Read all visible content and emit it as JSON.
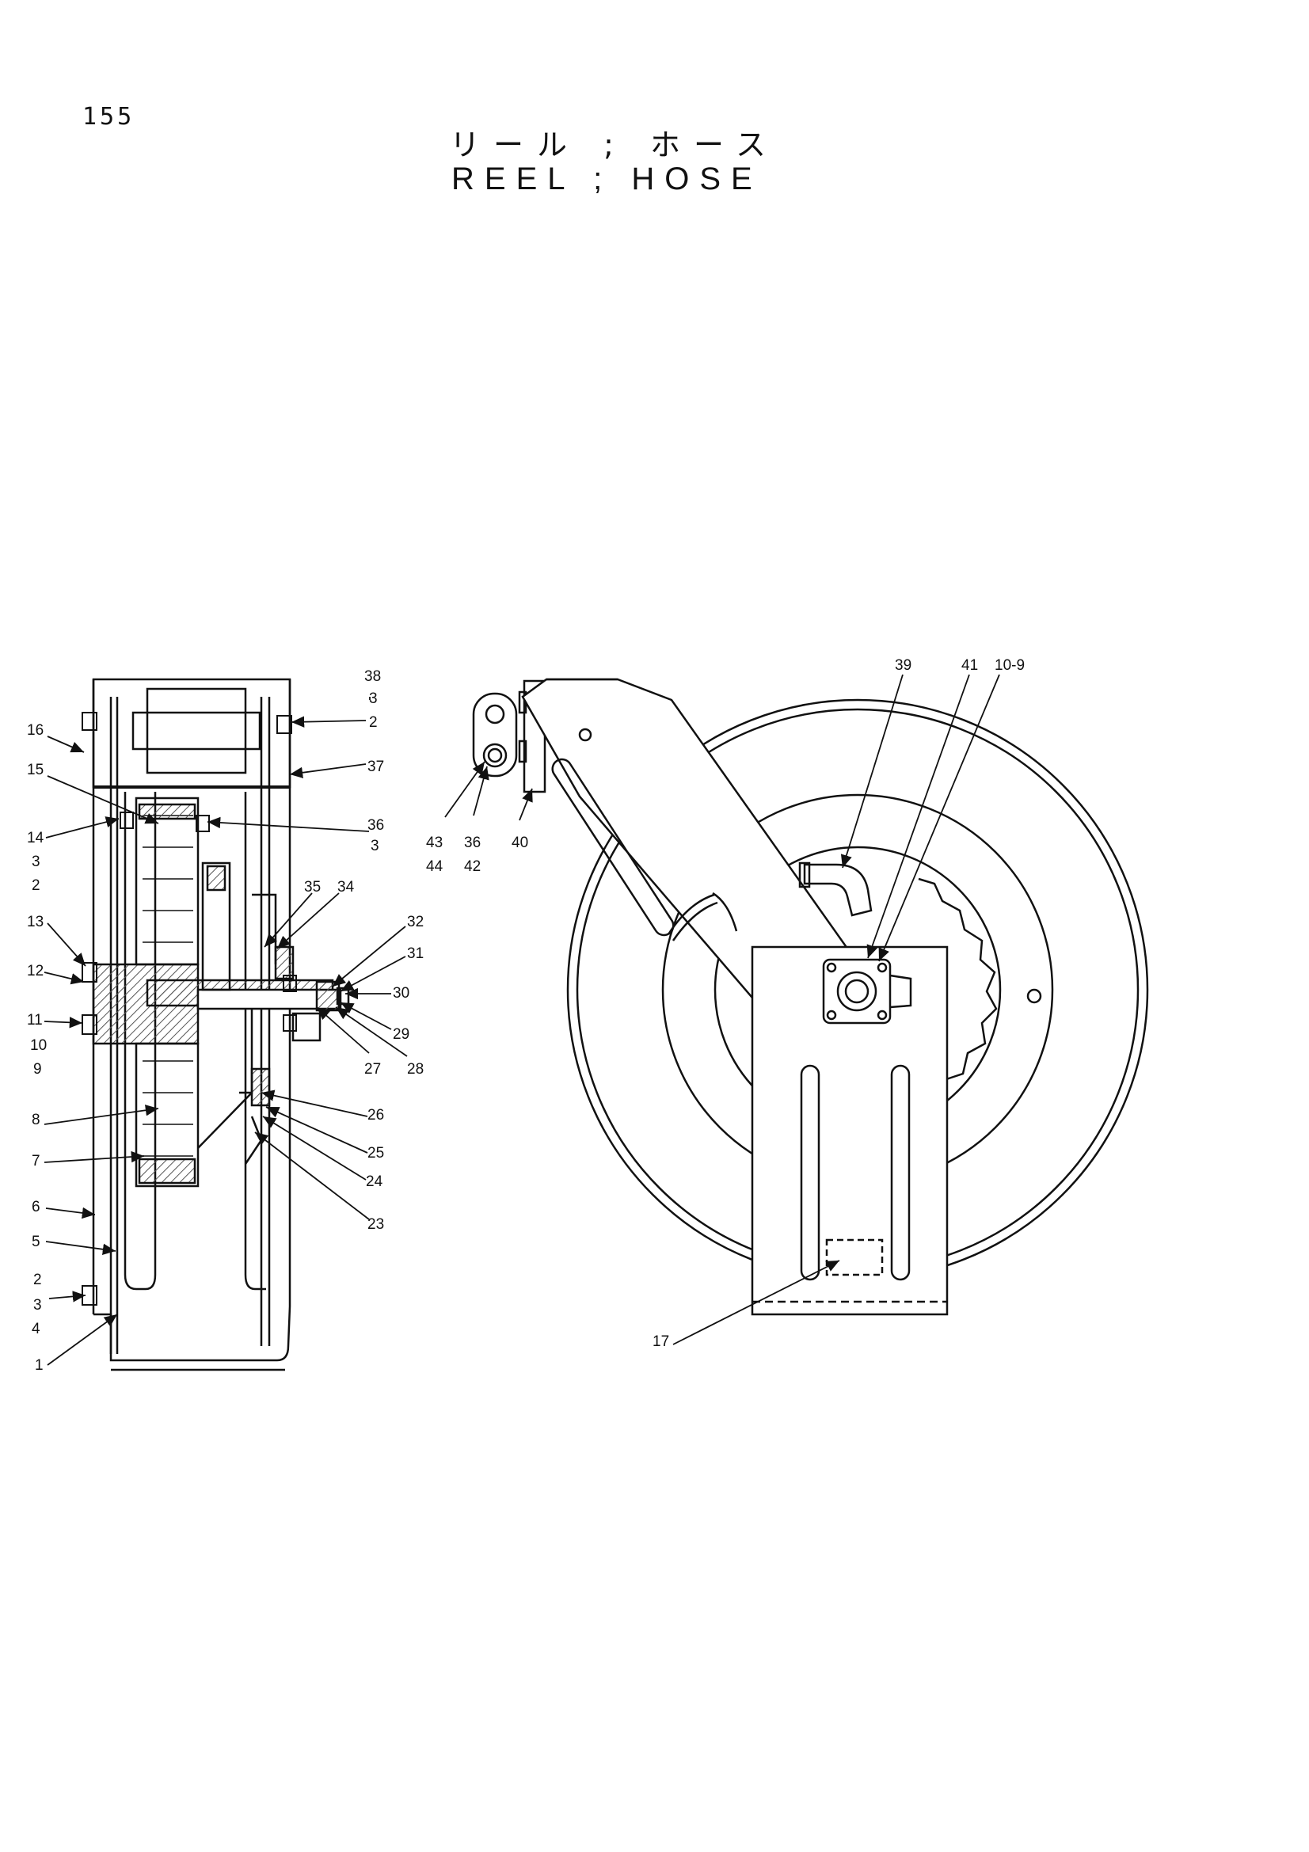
{
  "page_number": "155",
  "title_jp": "リール ; ホース",
  "title_en": "REEL ; HOSE",
  "colors": {
    "ink": "#111111",
    "paper": "#ffffff",
    "hatch": "#555555"
  },
  "callouts": [
    {
      "id": "c38",
      "text": "38"
    },
    {
      "id": "c38b",
      "text": "3"
    },
    {
      "id": "c38c",
      "text": "2"
    },
    {
      "id": "c16",
      "text": "16"
    },
    {
      "id": "c37",
      "text": "37"
    },
    {
      "id": "c15",
      "text": "15"
    },
    {
      "id": "c36",
      "text": "36"
    },
    {
      "id": "c36b",
      "text": "3"
    },
    {
      "id": "c14",
      "text": "14"
    },
    {
      "id": "c14b",
      "text": "3"
    },
    {
      "id": "c14c",
      "text": "2"
    },
    {
      "id": "c35",
      "text": "35"
    },
    {
      "id": "c34",
      "text": "34"
    },
    {
      "id": "c13",
      "text": "13"
    },
    {
      "id": "c32",
      "text": "32"
    },
    {
      "id": "c31",
      "text": "31"
    },
    {
      "id": "c12",
      "text": "12"
    },
    {
      "id": "c30",
      "text": "30"
    },
    {
      "id": "c11",
      "text": "11"
    },
    {
      "id": "c10",
      "text": "10"
    },
    {
      "id": "c9",
      "text": "9"
    },
    {
      "id": "c29",
      "text": "29"
    },
    {
      "id": "c27",
      "text": "27"
    },
    {
      "id": "c28",
      "text": "28"
    },
    {
      "id": "c26",
      "text": "26"
    },
    {
      "id": "c8",
      "text": "8"
    },
    {
      "id": "c25",
      "text": "25"
    },
    {
      "id": "c7",
      "text": "7"
    },
    {
      "id": "c24",
      "text": "24"
    },
    {
      "id": "c23",
      "text": "23"
    },
    {
      "id": "c6",
      "text": "6"
    },
    {
      "id": "c5",
      "text": "5"
    },
    {
      "id": "c2b",
      "text": "2"
    },
    {
      "id": "c3b",
      "text": "3"
    },
    {
      "id": "c4",
      "text": "4"
    },
    {
      "id": "c1",
      "text": "1"
    },
    {
      "id": "c43",
      "text": "43"
    },
    {
      "id": "c44",
      "text": "44"
    },
    {
      "id": "c36c",
      "text": "36"
    },
    {
      "id": "c42",
      "text": "42"
    },
    {
      "id": "c40",
      "text": "40"
    },
    {
      "id": "c39",
      "text": "39"
    },
    {
      "id": "c41",
      "text": "41"
    },
    {
      "id": "c109",
      "text": "10-9"
    },
    {
      "id": "c17",
      "text": "17"
    }
  ]
}
